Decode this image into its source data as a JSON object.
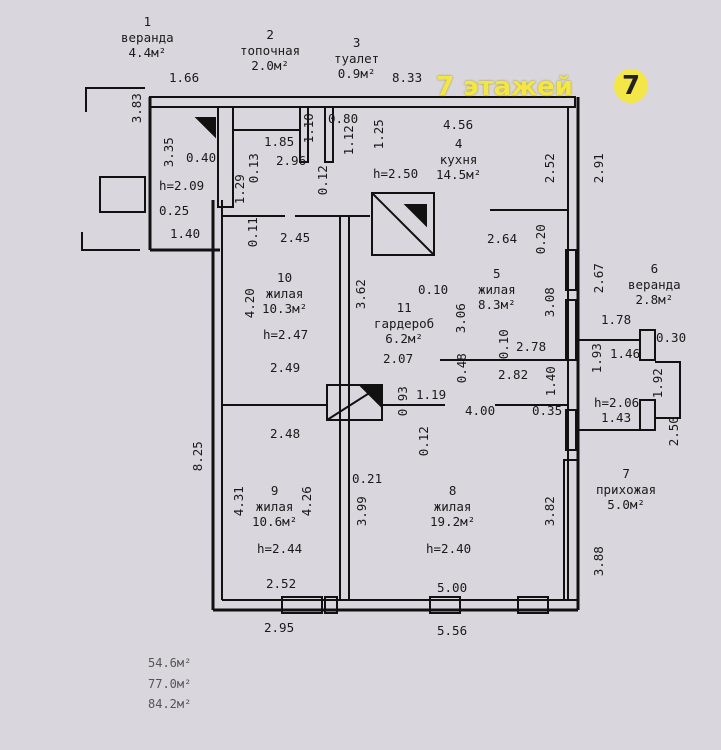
{
  "badge": {
    "text": "7 этажей",
    "logo": "7",
    "color": "#f3e646"
  },
  "rooms": [
    {
      "num": "1",
      "name": "веранда",
      "area": "4.4м²"
    },
    {
      "num": "2",
      "name": "топочная",
      "area": "2.0м²"
    },
    {
      "num": "3",
      "name": "туалет",
      "area": "0.9м²"
    },
    {
      "num": "4",
      "name": "кухня",
      "area": "14.5м²"
    },
    {
      "num": "5",
      "name": "жилая",
      "area": "8.3м²"
    },
    {
      "num": "6",
      "name": "веранда",
      "area": "2.8м²"
    },
    {
      "num": "7",
      "name": "прихожая",
      "area": "5.0м²"
    },
    {
      "num": "8",
      "name": "жилая",
      "area": "19.2м²"
    },
    {
      "num": "9",
      "name": "жилая",
      "area": "10.6м²"
    },
    {
      "num": "10",
      "name": "жилая",
      "area": "10.3м²"
    },
    {
      "num": "11",
      "name": "гардероб",
      "area": "6.2м²"
    }
  ],
  "heights": [
    "h=2.09",
    "h=2.50",
    "h=2.47",
    "h=2.06",
    "h=2.44",
    "h=2.40"
  ],
  "dims": [
    "1.66",
    "8.33",
    "3.83",
    "3.35",
    "0.40",
    "1.10",
    "0.80",
    "1.12",
    "1.25",
    "1.85",
    "0.13",
    "2.96",
    "0.12",
    "4.56",
    "2.52",
    "2.91",
    "0.25",
    "1.29",
    "1.40",
    "0.11",
    "2.45",
    "2.64",
    "0.20",
    "3.62",
    "0.10",
    "3.06",
    "4.20",
    "2.67",
    "3.08",
    "1.78",
    "0.30",
    "2.07",
    "0.10",
    "2.78",
    "1.46",
    "1.92",
    "2.49",
    "0.48",
    "2.82",
    "1.93",
    "0.93",
    "1.19",
    "1.40",
    "4.00",
    "0.35",
    "1.43",
    "2.50",
    "2.48",
    "0.12",
    "8.25",
    "0.21",
    "4.31",
    "4.26",
    "3.99",
    "3.82",
    "3.88",
    "2.52",
    "5.00",
    "2.95",
    "5.56"
  ],
  "totals": [
    "54.6м²",
    "77.0м²",
    "84.2м²"
  ]
}
